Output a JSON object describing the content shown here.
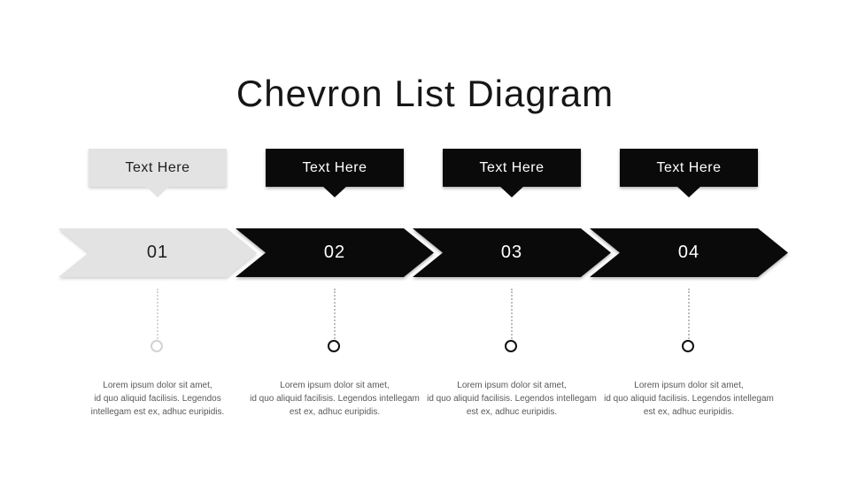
{
  "slide": {
    "title": "Chevron List Diagram"
  },
  "colors": {
    "background": "#ffffff",
    "light_fill": "#e3e3e3",
    "dark_fill": "#0a0a0a",
    "title_text": "#161616",
    "light_step_text": "#1f1f1f",
    "dark_step_text": "#ffffff",
    "body_text": "#595959",
    "connector_light": "#d6d6d6",
    "connector_dark": "#bdbdbd"
  },
  "steps": [
    {
      "tab_label": "Text Here",
      "number": "01",
      "theme": "light",
      "description": "Lorem ipsum dolor sit amet,\nid quo aliquid facilisis. Legendos\nintellegam est ex, adhuc euripidis."
    },
    {
      "tab_label": "Text Here",
      "number": "02",
      "theme": "dark",
      "description": "Lorem ipsum dolor sit amet,\nid quo aliquid facilisis. Legendos intellegam\nest ex, adhuc euripidis."
    },
    {
      "tab_label": "Text Here",
      "number": "03",
      "theme": "dark",
      "description": "Lorem ipsum dolor sit amet,\nid quo aliquid facilisis. Legendos intellegam\nest ex, adhuc euripidis."
    },
    {
      "tab_label": "Text Here",
      "number": "04",
      "theme": "dark",
      "description": "Lorem ipsum dolor sit amet,\nid quo aliquid facilisis. Legendos intellegam\nest ex, adhuc euripidis."
    }
  ]
}
